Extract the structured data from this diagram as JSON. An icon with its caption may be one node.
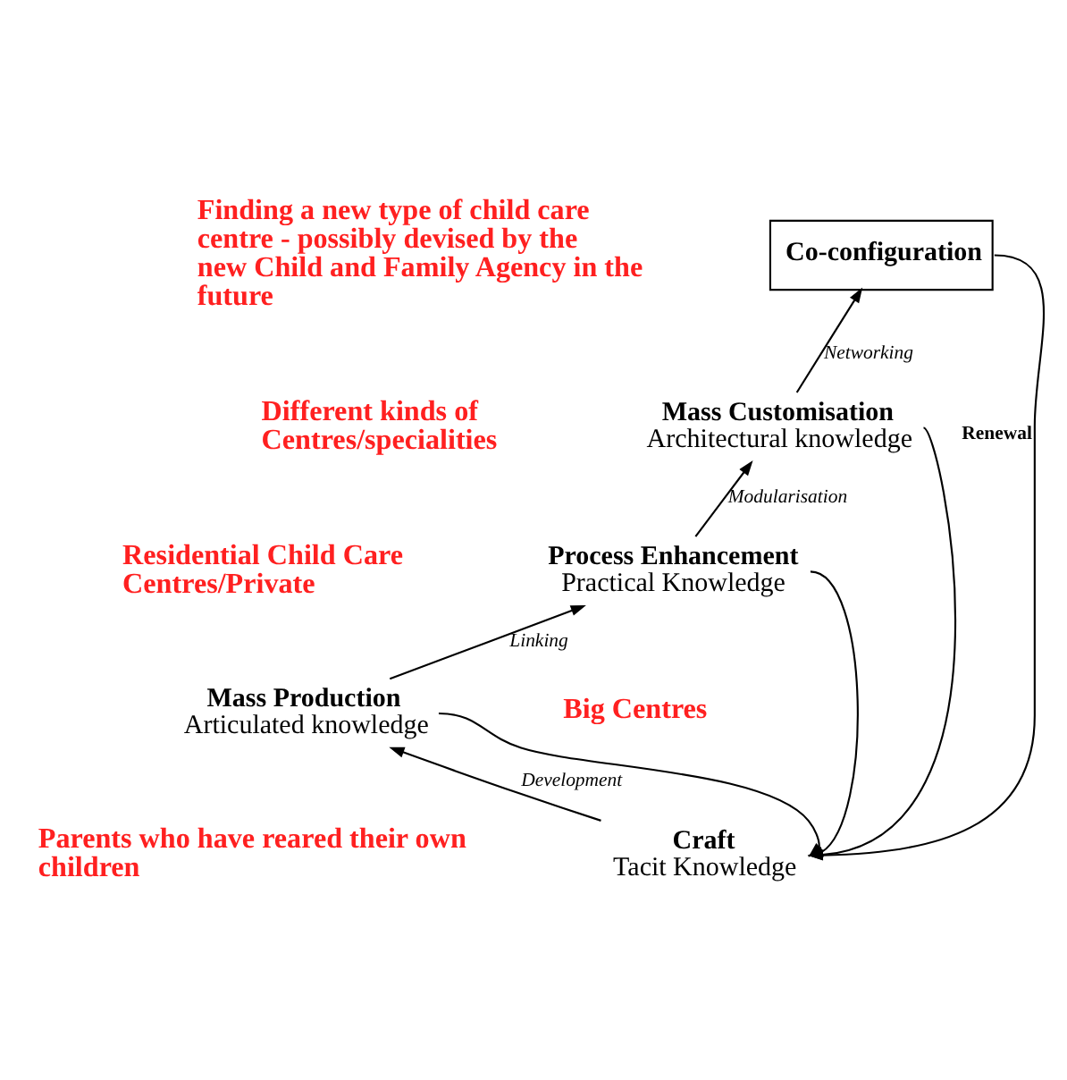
{
  "diagram": {
    "nodes": [
      {
        "text": [
          "Craft",
          "Tacit Knowledge"
        ]
      },
      {
        "text": [
          "Mass Production",
          "Articulated knowledge"
        ]
      },
      {
        "text": [
          "Process Enhancement",
          "Practical Knowledge"
        ]
      },
      {
        "text": [
          "Mass Customisation",
          "Architectural knowledge"
        ]
      },
      {
        "text": [
          "Co-configuration"
        ]
      }
    ],
    "edges": [
      {
        "from": 0,
        "to": 1,
        "arrow": "to",
        "label": "Development"
      },
      {
        "from": 1,
        "to": 2,
        "arrow": "to",
        "label": "Linking"
      },
      {
        "from": 2,
        "to": 3,
        "arrow": "to",
        "label": "Modularisation"
      },
      {
        "from": 3,
        "to": 4,
        "arrow": "to",
        "label": "Networking"
      },
      {
        "from": 4,
        "to": 0,
        "arrow": "to",
        "label": "Renewal"
      },
      {
        "from": 3,
        "to": 0,
        "arrow": "to"
      },
      {
        "from": 2,
        "to": 0,
        "arrow": "to"
      },
      {
        "from": 1,
        "to": 0,
        "arrow": "to"
      }
    ],
    "labels": [
      "Finding a new type of child care centre - possibly devised by the new Child and Family Agency in the future",
      "Different kinds of Centres/specialities",
      "Residential Child Care Centres/Private",
      "Big Centres",
      "Parents who have reared their own children"
    ]
  }
}
